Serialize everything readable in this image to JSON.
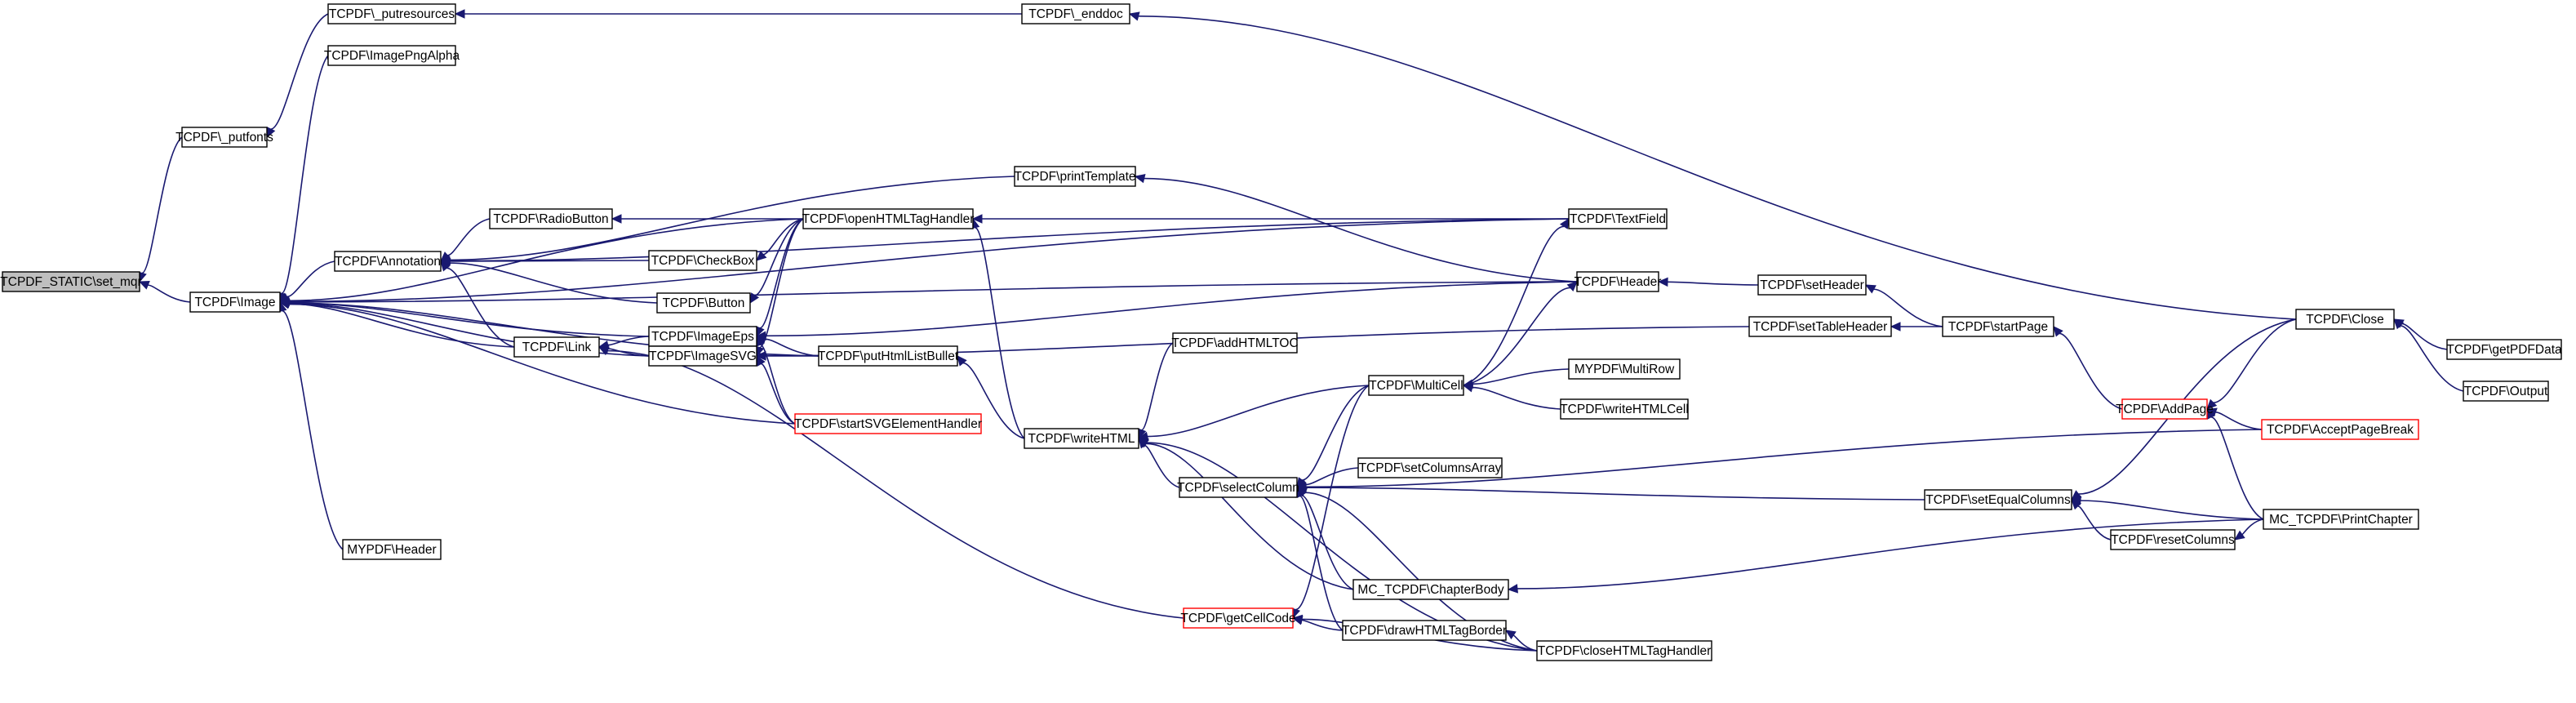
{
  "nodes": [
    {
      "id": "root",
      "label": "TCPDF_STATIC\\set_mqr",
      "kind": "root",
      "link": false
    },
    {
      "id": "putfonts",
      "label": "TCPDF\\_putfonts",
      "link": true
    },
    {
      "id": "image",
      "label": "TCPDF\\Image",
      "link": true
    },
    {
      "id": "putresources",
      "label": "TCPDF\\_putresources",
      "link": true
    },
    {
      "id": "imagepngalpha",
      "label": "TCPDF\\ImagePngAlpha",
      "link": true
    },
    {
      "id": "annotation",
      "label": "TCPDF\\Annotation",
      "link": true
    },
    {
      "id": "link",
      "label": "TCPDF\\Link",
      "link": true
    },
    {
      "id": "myheader",
      "label": "MYPDF\\Header",
      "link": true
    },
    {
      "id": "enddoc",
      "label": "TCPDF\\_enddoc",
      "link": true
    },
    {
      "id": "radiobutton",
      "label": "TCPDF\\RadioButton",
      "link": true
    },
    {
      "id": "checkbox",
      "label": "TCPDF\\CheckBox",
      "link": true
    },
    {
      "id": "button",
      "label": "TCPDF\\Button",
      "link": true
    },
    {
      "id": "imageeps",
      "label": "TCPDF\\ImageEps",
      "link": true
    },
    {
      "id": "imagesvg",
      "label": "TCPDF\\ImageSVG",
      "link": true
    },
    {
      "id": "printtemplate",
      "label": "TCPDF\\printTemplate",
      "link": true
    },
    {
      "id": "openhtml",
      "label": "TCPDF\\openHTMLTagHandler",
      "link": true
    },
    {
      "id": "puthtmllistbullet",
      "label": "TCPDF\\putHtmlListBullet",
      "link": true
    },
    {
      "id": "startsvg",
      "label": "TCPDF\\startSVGElementHandler",
      "kind": "red",
      "link": true
    },
    {
      "id": "writehtml",
      "label": "TCPDF\\writeHTML",
      "link": true
    },
    {
      "id": "addhtmltoc",
      "label": "TCPDF\\addHTMLTOC",
      "link": true
    },
    {
      "id": "selectcolumn",
      "label": "TCPDF\\selectColumn",
      "link": true
    },
    {
      "id": "getcellcode",
      "label": "TCPDF\\getCellCode",
      "kind": "red",
      "link": true
    },
    {
      "id": "textfield",
      "label": "TCPDF\\TextField",
      "link": true
    },
    {
      "id": "header",
      "label": "TCPDF\\Header",
      "link": true
    },
    {
      "id": "multicell",
      "label": "TCPDF\\MultiCell",
      "link": true
    },
    {
      "id": "setcolumnsarray",
      "label": "TCPDF\\setColumnsArray",
      "link": true
    },
    {
      "id": "chapterbody",
      "label": "MC_TCPDF\\ChapterBody",
      "link": true
    },
    {
      "id": "drawhtmltagborder",
      "label": "TCPDF\\drawHTMLTagBorder",
      "link": true
    },
    {
      "id": "closehtml",
      "label": "TCPDF\\closeHTMLTagHandler",
      "link": true
    },
    {
      "id": "multirow",
      "label": "MYPDF\\MultiRow",
      "link": true
    },
    {
      "id": "writehtmlcell",
      "label": "TCPDF\\writeHTMLCell",
      "link": true
    },
    {
      "id": "setheader",
      "label": "TCPDF\\setHeader",
      "link": true
    },
    {
      "id": "settableheader",
      "label": "TCPDF\\setTableHeader",
      "link": true
    },
    {
      "id": "setequalcolumns",
      "label": "TCPDF\\setEqualColumns",
      "link": true
    },
    {
      "id": "resetcolumns",
      "label": "TCPDF\\resetColumns",
      "link": true
    },
    {
      "id": "startpage",
      "label": "TCPDF\\startPage",
      "link": true
    },
    {
      "id": "addpage",
      "label": "TCPDF\\AddPage",
      "kind": "red",
      "link": true
    },
    {
      "id": "close",
      "label": "TCPDF\\Close",
      "link": true
    },
    {
      "id": "acceptpagebreak",
      "label": "TCPDF\\AcceptPageBreak",
      "kind": "red",
      "link": true
    },
    {
      "id": "printchapter",
      "label": "MC_TCPDF\\PrintChapter",
      "link": true
    },
    {
      "id": "getpdfdata",
      "label": "TCPDF\\getPDFData",
      "link": true
    },
    {
      "id": "output",
      "label": "TCPDF\\Output",
      "link": true
    }
  ],
  "edges": [
    [
      "putfonts",
      "root"
    ],
    [
      "image",
      "root"
    ],
    [
      "putresources",
      "putfonts"
    ],
    [
      "enddoc",
      "putresources"
    ],
    [
      "close",
      "enddoc"
    ],
    [
      "getpdfdata",
      "close"
    ],
    [
      "output",
      "close"
    ],
    [
      "imagepngalpha",
      "image"
    ],
    [
      "annotation",
      "image"
    ],
    [
      "link",
      "image"
    ],
    [
      "myheader",
      "image"
    ],
    [
      "imageeps",
      "image"
    ],
    [
      "imagesvg",
      "image"
    ],
    [
      "openhtml",
      "image"
    ],
    [
      "puthtmllistbullet",
      "image"
    ],
    [
      "startsvg",
      "image"
    ],
    [
      "header",
      "image"
    ],
    [
      "textfield",
      "image"
    ],
    [
      "radiobutton",
      "annotation"
    ],
    [
      "checkbox",
      "annotation"
    ],
    [
      "button",
      "annotation"
    ],
    [
      "link",
      "annotation"
    ],
    [
      "printtemplate",
      "annotation"
    ],
    [
      "textfield",
      "annotation"
    ],
    [
      "imageeps",
      "link"
    ],
    [
      "imagesvg",
      "link"
    ],
    [
      "getcellcode",
      "link"
    ],
    [
      "openhtml",
      "radiobutton"
    ],
    [
      "openhtml",
      "checkbox"
    ],
    [
      "openhtml",
      "button"
    ],
    [
      "openhtml",
      "imageeps"
    ],
    [
      "openhtml",
      "imagesvg"
    ],
    [
      "puthtmllistbullet",
      "imageeps"
    ],
    [
      "puthtmllistbullet",
      "imagesvg"
    ],
    [
      "startsvg",
      "imageeps"
    ],
    [
      "startsvg",
      "imagesvg"
    ],
    [
      "header",
      "imageeps"
    ],
    [
      "settableheader",
      "imagesvg"
    ],
    [
      "header",
      "printtemplate"
    ],
    [
      "writehtml",
      "openhtml"
    ],
    [
      "writehtml",
      "puthtmllistbullet"
    ],
    [
      "textfield",
      "openhtml"
    ],
    [
      "addhtmltoc",
      "writehtml"
    ],
    [
      "selectcolumn",
      "writehtml"
    ],
    [
      "multicell",
      "writehtml"
    ],
    [
      "chapterbody",
      "writehtml"
    ],
    [
      "closehtml",
      "writehtml"
    ],
    [
      "multicell",
      "selectcolumn"
    ],
    [
      "setcolumnsarray",
      "selectcolumn"
    ],
    [
      "chapterbody",
      "selectcolumn"
    ],
    [
      "drawhtmltagborder",
      "selectcolumn"
    ],
    [
      "closehtml",
      "selectcolumn"
    ],
    [
      "setequalcolumns",
      "selectcolumn"
    ],
    [
      "acceptpagebreak",
      "selectcolumn"
    ],
    [
      "multicell",
      "getcellcode"
    ],
    [
      "drawhtmltagborder",
      "getcellcode"
    ],
    [
      "closehtml",
      "getcellcode"
    ],
    [
      "multicell",
      "textfield"
    ],
    [
      "multicell",
      "header"
    ],
    [
      "multirow",
      "multicell"
    ],
    [
      "writehtmlcell",
      "multicell"
    ],
    [
      "closehtml",
      "drawhtmltagborder"
    ],
    [
      "setheader",
      "header"
    ],
    [
      "startpage",
      "setheader"
    ],
    [
      "startpage",
      "settableheader"
    ],
    [
      "addpage",
      "startpage"
    ],
    [
      "close",
      "addpage"
    ],
    [
      "acceptpagebreak",
      "addpage"
    ],
    [
      "printchapter",
      "addpage"
    ],
    [
      "close",
      "setequalcolumns"
    ],
    [
      "resetcolumns",
      "setequalcolumns"
    ],
    [
      "printchapter",
      "setequalcolumns"
    ],
    [
      "printchapter",
      "resetcolumns"
    ],
    [
      "printchapter",
      "chapterbody"
    ]
  ]
}
